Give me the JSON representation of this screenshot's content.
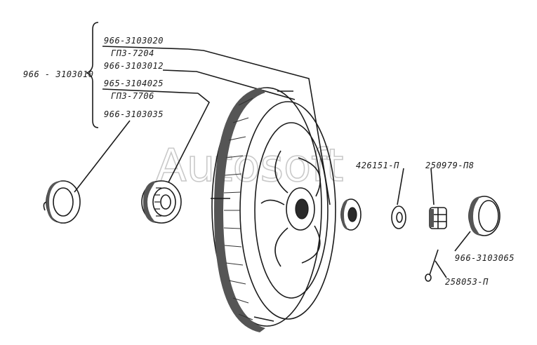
{
  "assembly_label": "966 - 3103010",
  "bracket_labels": [
    "966-3103020",
    "ГПЗ-7204",
    "966-3103012",
    "965-3104025",
    "ГПЗ-7706",
    "966-3103035"
  ],
  "part_labels": {
    "nut": "426151-П",
    "castle_nut": "250979-П8",
    "cap": "966-3103065",
    "cotter_pin": "258053-П"
  },
  "watermark": "Autosoft",
  "colors": {
    "ink": "#1b1b1b",
    "watermark": "#c9c9c9",
    "background": "#ffffff"
  }
}
